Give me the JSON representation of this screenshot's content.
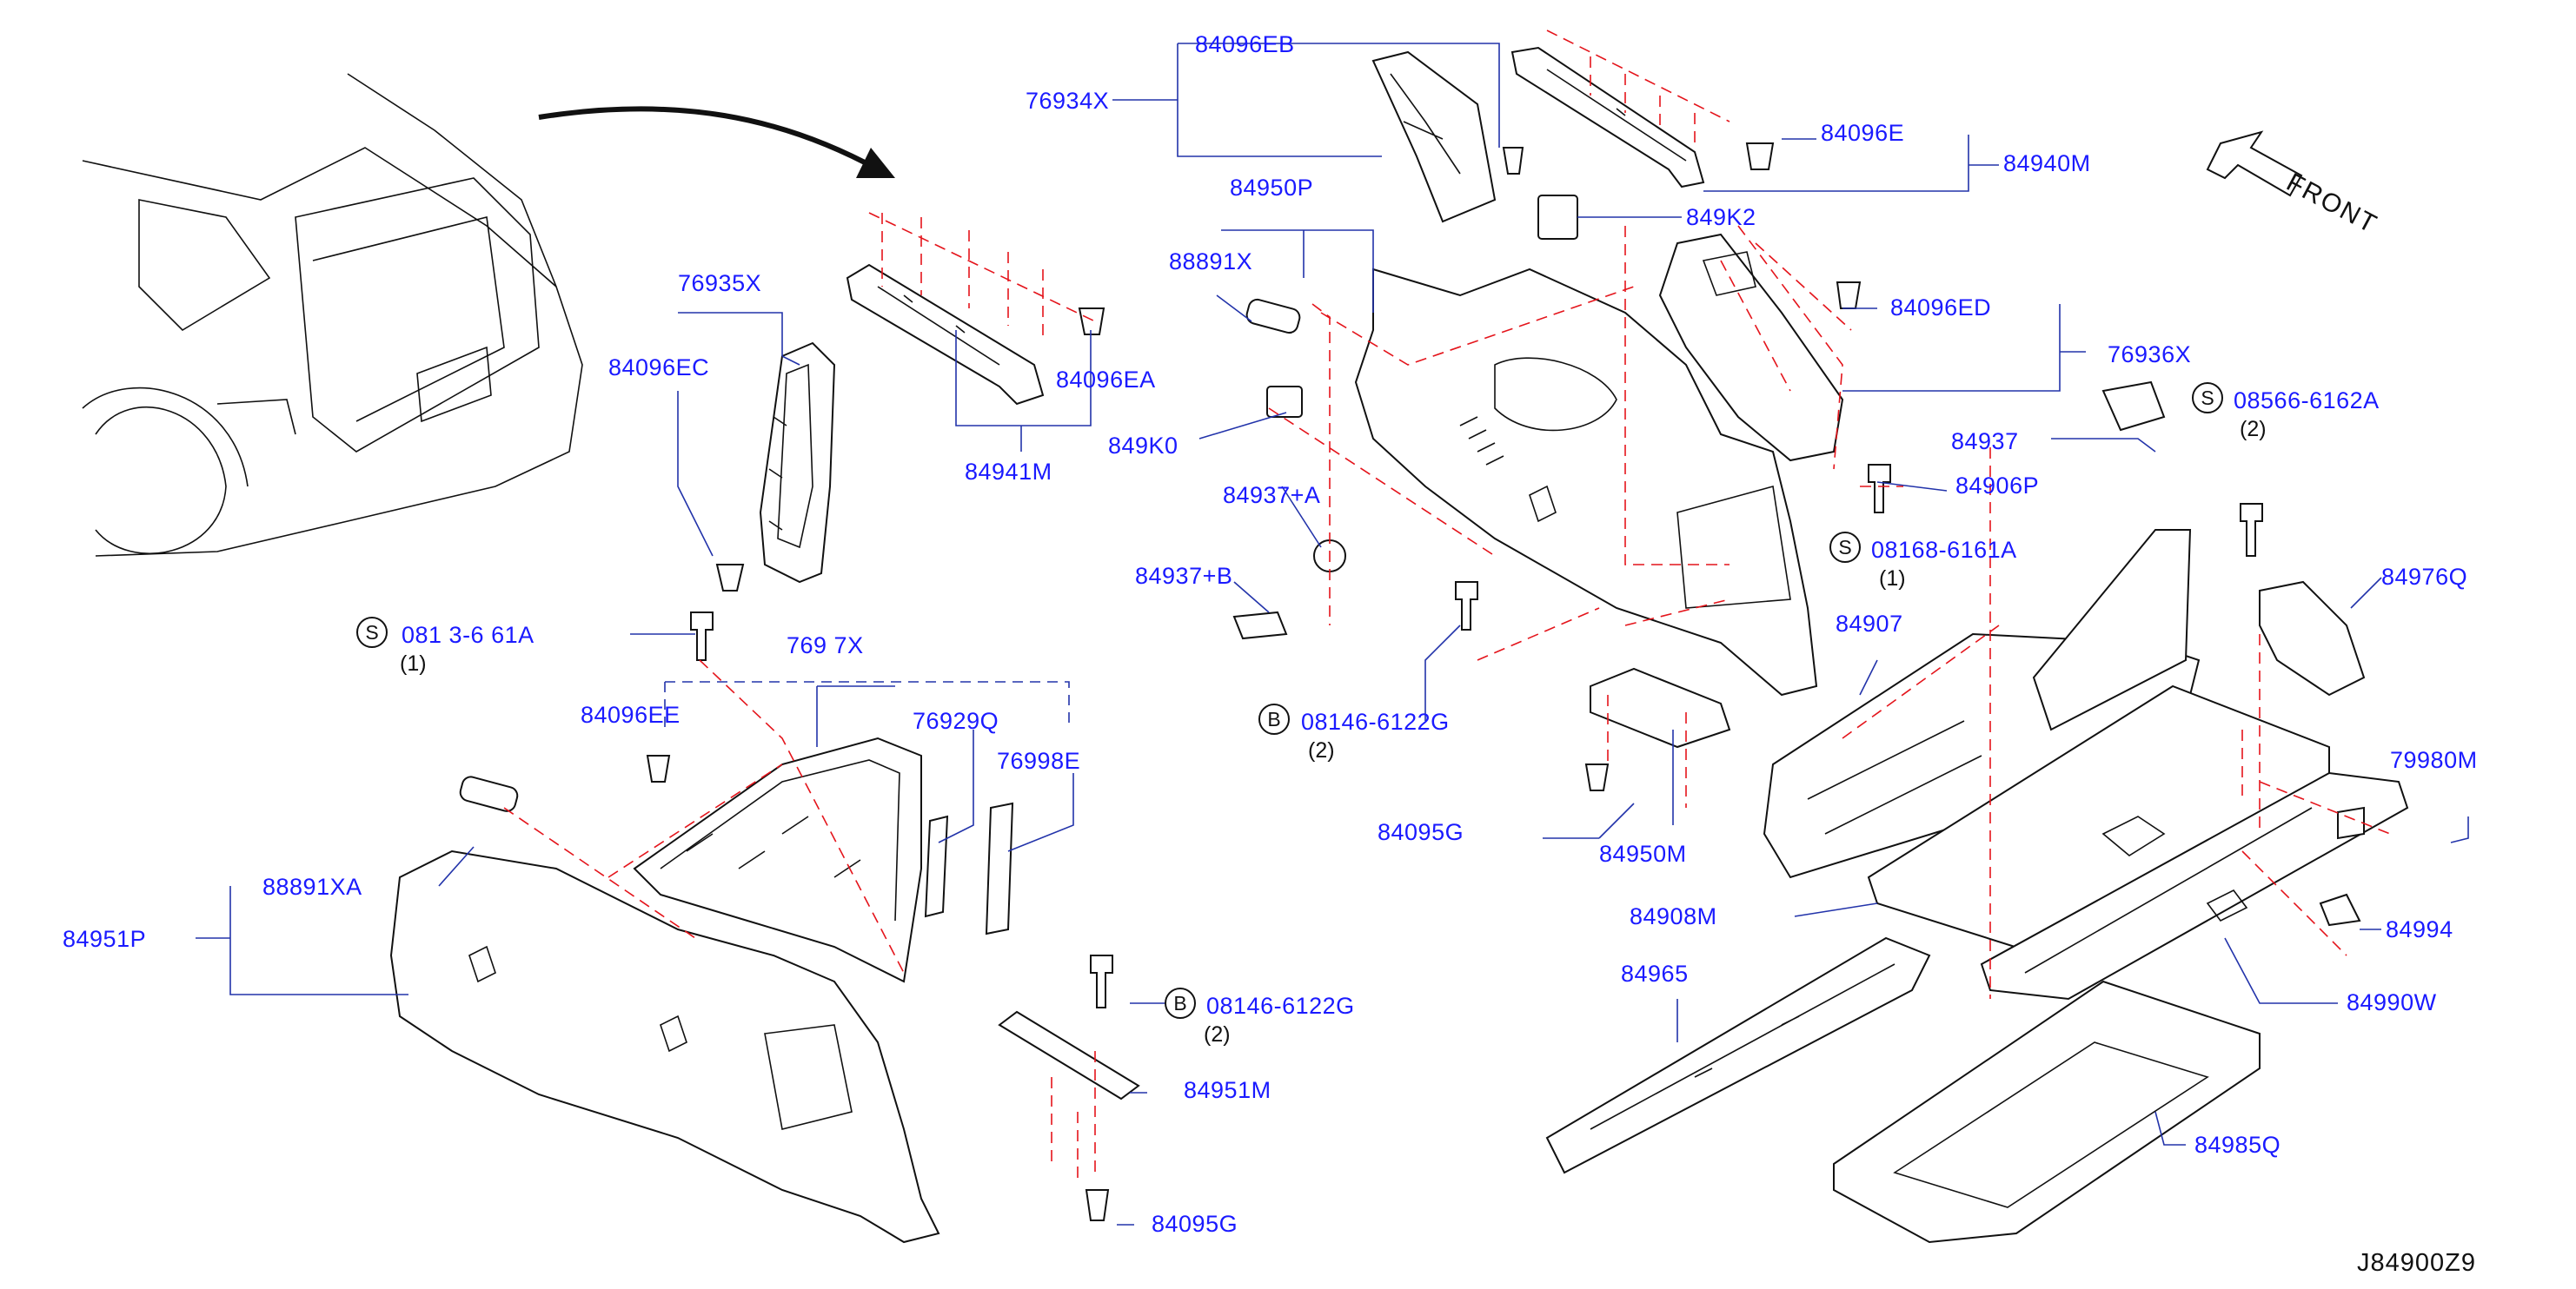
{
  "diagram_code": "J84900Z9",
  "front_label": "FRONT",
  "parts": {
    "p84096EB": "84096EB",
    "p76934X": "76934X",
    "p84096E": "84096E",
    "p84940M": "84940M",
    "p84950P": "84950P",
    "p849K2": "849K2",
    "p88891X": "88891X",
    "p84096ED": "84096ED",
    "p76936X": "76936X",
    "p76935X": "76935X",
    "p84096EC": "84096EC",
    "p84096EA": "84096EA",
    "p849K0": "849K0",
    "p84941M": "84941M",
    "p84937": "84937",
    "p08566": "08566-6162A",
    "p84906P": "84906P",
    "p84937A": "84937+A",
    "p08168a": "08168-6161A",
    "p84937B": "84937+B",
    "p84976Q": "84976Q",
    "p84907": "84907",
    "p08168b": "081 3-6 61A",
    "p769x7X": "769 7X",
    "p84096EE": "84096EE",
    "p76929Q": "76929Q",
    "p08146a": "08146-6122G",
    "p76998E": "76998E",
    "p79980M": "79980M",
    "p84095Ga": "84095G",
    "p84950M": "84950M",
    "p88891XA": "88891XA",
    "p84908M": "84908M",
    "p84994": "84994",
    "p84951P": "84951P",
    "p84965": "84965",
    "p08146b": "08146-6122G",
    "p84990W": "84990W",
    "p84951M": "84951M",
    "p84985Q": "84985Q",
    "p84095Gb": "84095G"
  },
  "quantities": {
    "q08566": "(2)",
    "q08168a": "(1)",
    "q08168b": "(1)",
    "q08146a": "(2)",
    "q08146b": "(2)"
  },
  "symbols": {
    "s08566": "S",
    "s08168a": "S",
    "s08168b": "S",
    "s08146a": "B",
    "s08146b": "B"
  }
}
